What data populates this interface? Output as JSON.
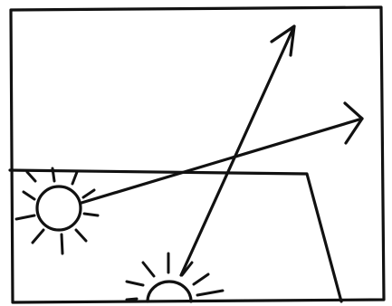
{
  "diagram": {
    "ink_color": "#111111",
    "background_color": "#ffffff",
    "elements": [
      {
        "name": "outer-frame",
        "shape": "rectangle"
      },
      {
        "name": "surface-block",
        "shape": "trapezoid"
      },
      {
        "name": "sun-left-icon",
        "shape": "sun"
      },
      {
        "name": "sun-bottom-icon",
        "shape": "sun"
      },
      {
        "name": "ray-arrow-right",
        "shape": "arrow"
      },
      {
        "name": "ray-arrow-up",
        "shape": "arrow"
      }
    ]
  }
}
